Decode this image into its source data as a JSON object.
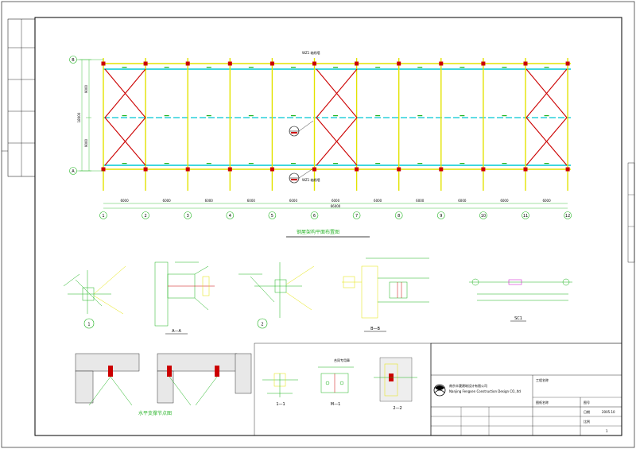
{
  "company": {
    "name_cn": "南京丰晟建筑设计有限公司",
    "name_en": "Nanjing Fengsen Construction Design CO.,ltd"
  },
  "plan": {
    "title": "钢屋架构平面布置图",
    "axes_numbers": [
      "1",
      "2",
      "3",
      "4",
      "5",
      "6",
      "7",
      "8",
      "9",
      "10",
      "11",
      "12"
    ],
    "axes_letters": [
      "A",
      "B"
    ],
    "bay_dims": [
      "6000",
      "6000",
      "6000",
      "6000",
      "6000",
      "6000",
      "6000",
      "6000",
      "6000",
      "6000",
      "6000"
    ],
    "total_dim": "66000",
    "dim_vertical_total": "18000",
    "dim_vertical_parts": [
      "9000",
      "9000"
    ],
    "wall_labels": [
      "WZ1 轴线墙",
      "WZ1 轴线墙"
    ]
  },
  "details": {
    "labels": [
      "1",
      "A—A",
      "2",
      "B—B",
      "SC1",
      "1—1",
      "M—1",
      "2—2"
    ],
    "bottom_title": "水平支撑节点图"
  },
  "titleblock": {
    "stamp_label": "合同专用章",
    "project_label": "工程名称",
    "sheet_label": "图纸名称",
    "drawing_no_label": "图号",
    "scale_label": "比例",
    "date_label": "日期",
    "date_value": "2005.10",
    "revision": "1"
  },
  "icons": {
    "company_logo": "swirl-logo-icon",
    "section_marker": "section-callout-icon"
  },
  "colors": {
    "frame": "#000000",
    "column_yellow": "#e3e300",
    "beam_cyan": "#00c8d4",
    "brace_red": "#cc0000",
    "detail_green": "#1bb31b",
    "title_green": "#2db52d",
    "magenta": "#cc00cc"
  }
}
